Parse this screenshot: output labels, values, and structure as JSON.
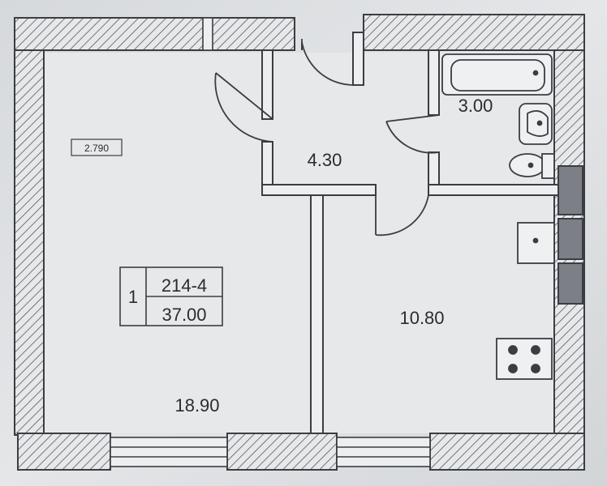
{
  "rooms": {
    "living": "18.90",
    "hall": "4.30",
    "bath": "3.00",
    "kitchen": "10.80"
  },
  "ceiling_height": "2.790",
  "apartment": {
    "rooms_count": "1",
    "number": "214-4",
    "total_area": "37.00"
  }
}
